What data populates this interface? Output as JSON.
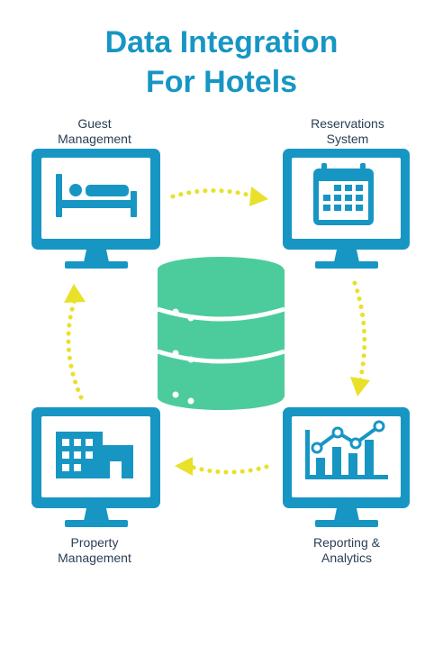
{
  "title": {
    "line1": "Data Integration",
    "line2": "For Hotels"
  },
  "nodes": {
    "guest": {
      "line1": "Guest",
      "line2": "Management",
      "icon": "bed-icon"
    },
    "reservations": {
      "line1": "Reservations",
      "line2": "System",
      "icon": "calendar-icon"
    },
    "property": {
      "line1": "Property",
      "line2": "Management",
      "icon": "hotel-building-icon"
    },
    "reporting": {
      "line1": "Reporting &",
      "line2": "Analytics",
      "icon": "bar-line-chart-icon"
    }
  },
  "center": {
    "icon": "database-icon"
  },
  "colors": {
    "title": "#1796c4",
    "monitor": "#1796c4",
    "database": "#4ccc9c",
    "arrows": "#e9e02a",
    "label": "#2a3f55"
  }
}
